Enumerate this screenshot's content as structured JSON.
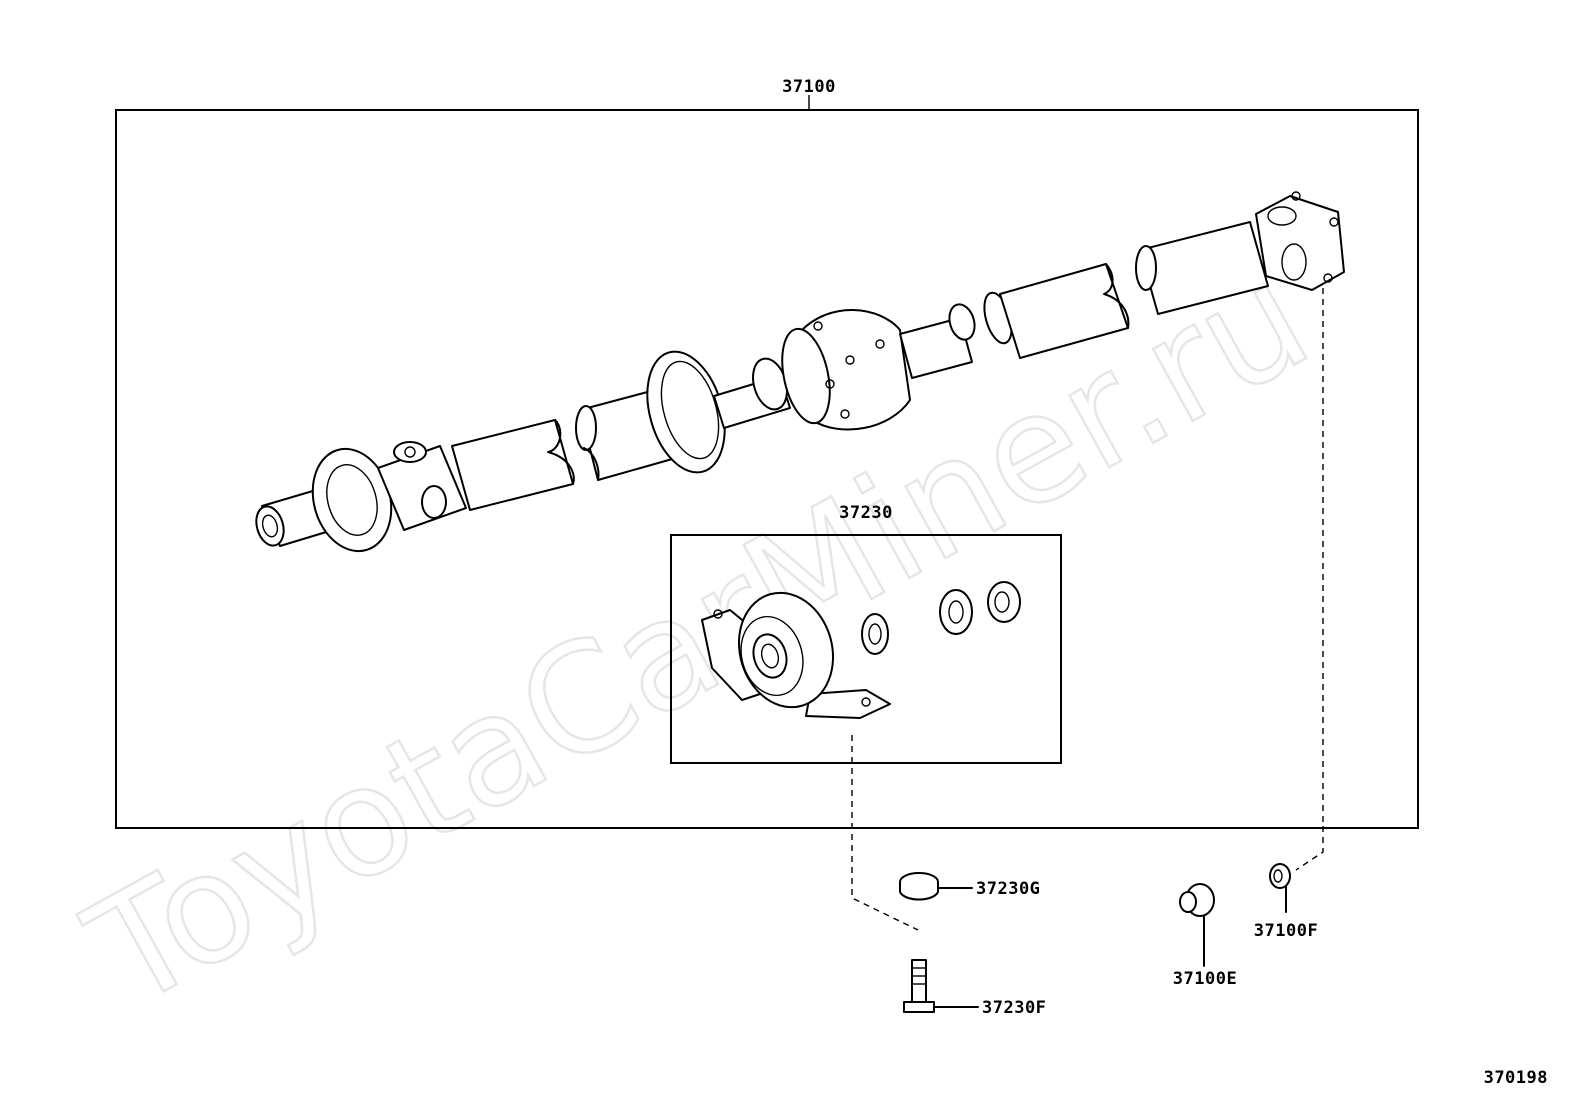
{
  "watermark": "ToyotaCarMiner.ru",
  "diagram_code": "370198",
  "parts": {
    "assembly": "37100",
    "center_bearing": "37230",
    "washer_g": "37230G",
    "bolt_f": "37230F",
    "nut_e": "37100E",
    "nut_f": "37100F"
  }
}
